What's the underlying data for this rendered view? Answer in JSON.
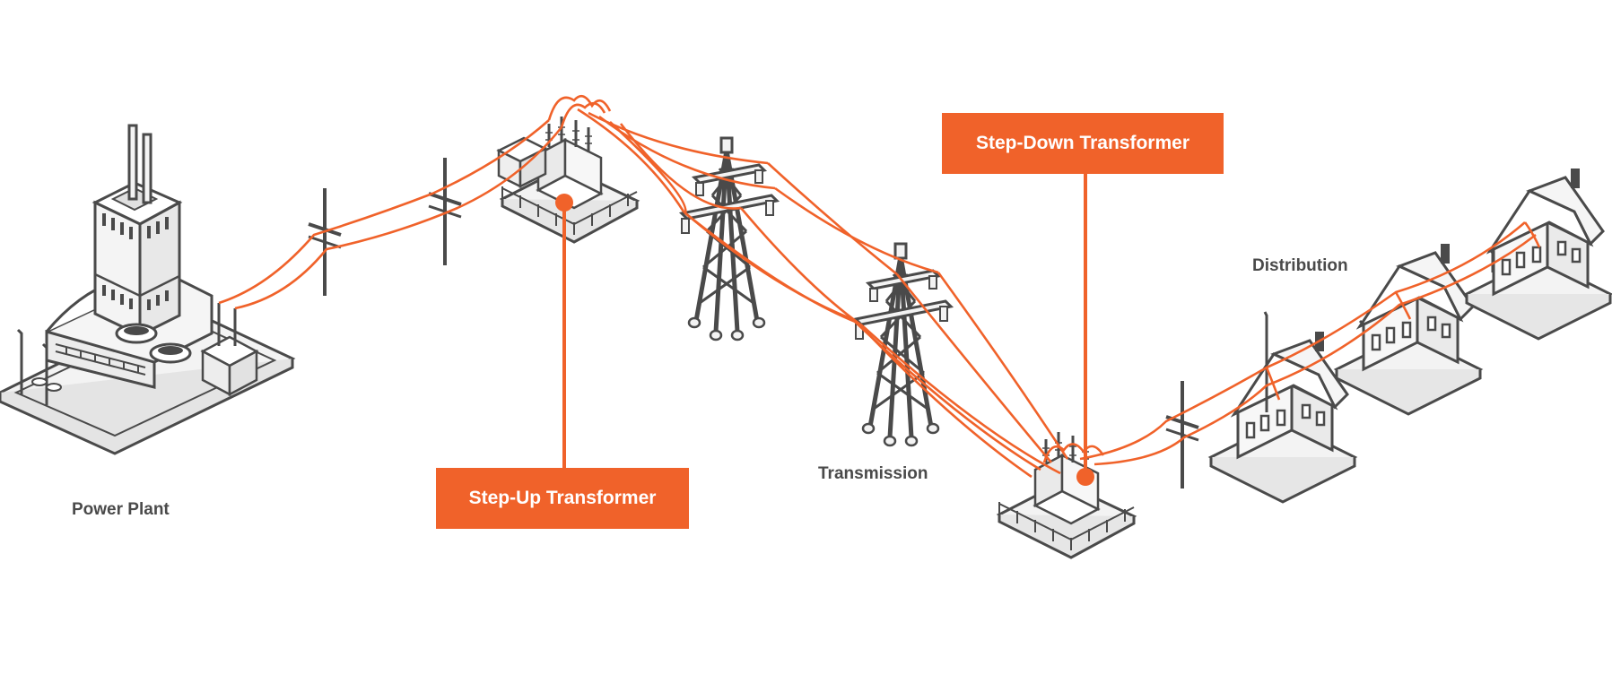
{
  "diagram": {
    "title": "",
    "stages": {
      "power_plant": "Power Plant",
      "transmission": "Transmission",
      "distribution": "Distribution"
    },
    "callouts": {
      "step_up": "Step-Up Transformer",
      "step_down": "Step-Down Transformer"
    }
  },
  "colors": {
    "accent": "#f0622a",
    "line_art": "#4a4a4a",
    "fill": "#f3f3f3",
    "label": "#4a4a4a"
  },
  "icons": [
    "power-plant-icon",
    "utility-pole-icon",
    "substation-icon",
    "transmission-tower-icon",
    "house-icon",
    "street-lamp-icon"
  ]
}
